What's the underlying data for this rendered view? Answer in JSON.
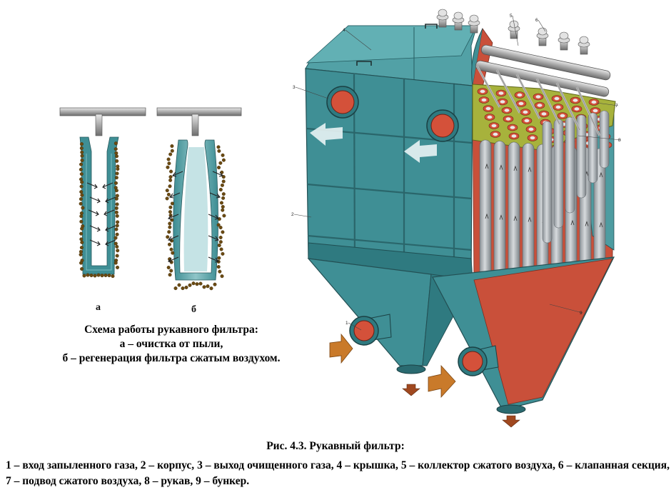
{
  "scheme": {
    "label_a": "а",
    "label_b": "б",
    "caption_line1": "Схема работы рукавного фильтра:",
    "caption_line2": "а – очистка от пыли,",
    "caption_line3": "б – регенерация фильтра сжатым воздухом."
  },
  "filter": {
    "callouts": [
      "1",
      "2",
      "3",
      "4",
      "5",
      "6",
      "7",
      "8",
      "9"
    ]
  },
  "figure": {
    "title": "Рис. 4.3. Рукавный фильтр:",
    "legend": "1 – вход запыленного газа, 2 – корпус, 3 – выход очищенного газа, 4 – крышка, 5 – коллектор сжатого воздуха, 6 – клапанная секция, 7 – подвод сжатого воздуха, 8 – рукав, 9 – бункер."
  },
  "colors": {
    "body_teal": "#3f8f95",
    "body_teal_dark": "#2c6e74",
    "body_teal_light": "#5aa7ab",
    "interior_red": "#c9503a",
    "tube_plate_green": "#a7b23c",
    "sleeve_grey": "#b9bfc4",
    "arrow_orange": "#c97a2a",
    "dust_brown": "#6b4a12"
  },
  "icons": [
    "arrow-in-icon",
    "arrow-out-icon",
    "arrow-down-icon",
    "flange-icon"
  ]
}
